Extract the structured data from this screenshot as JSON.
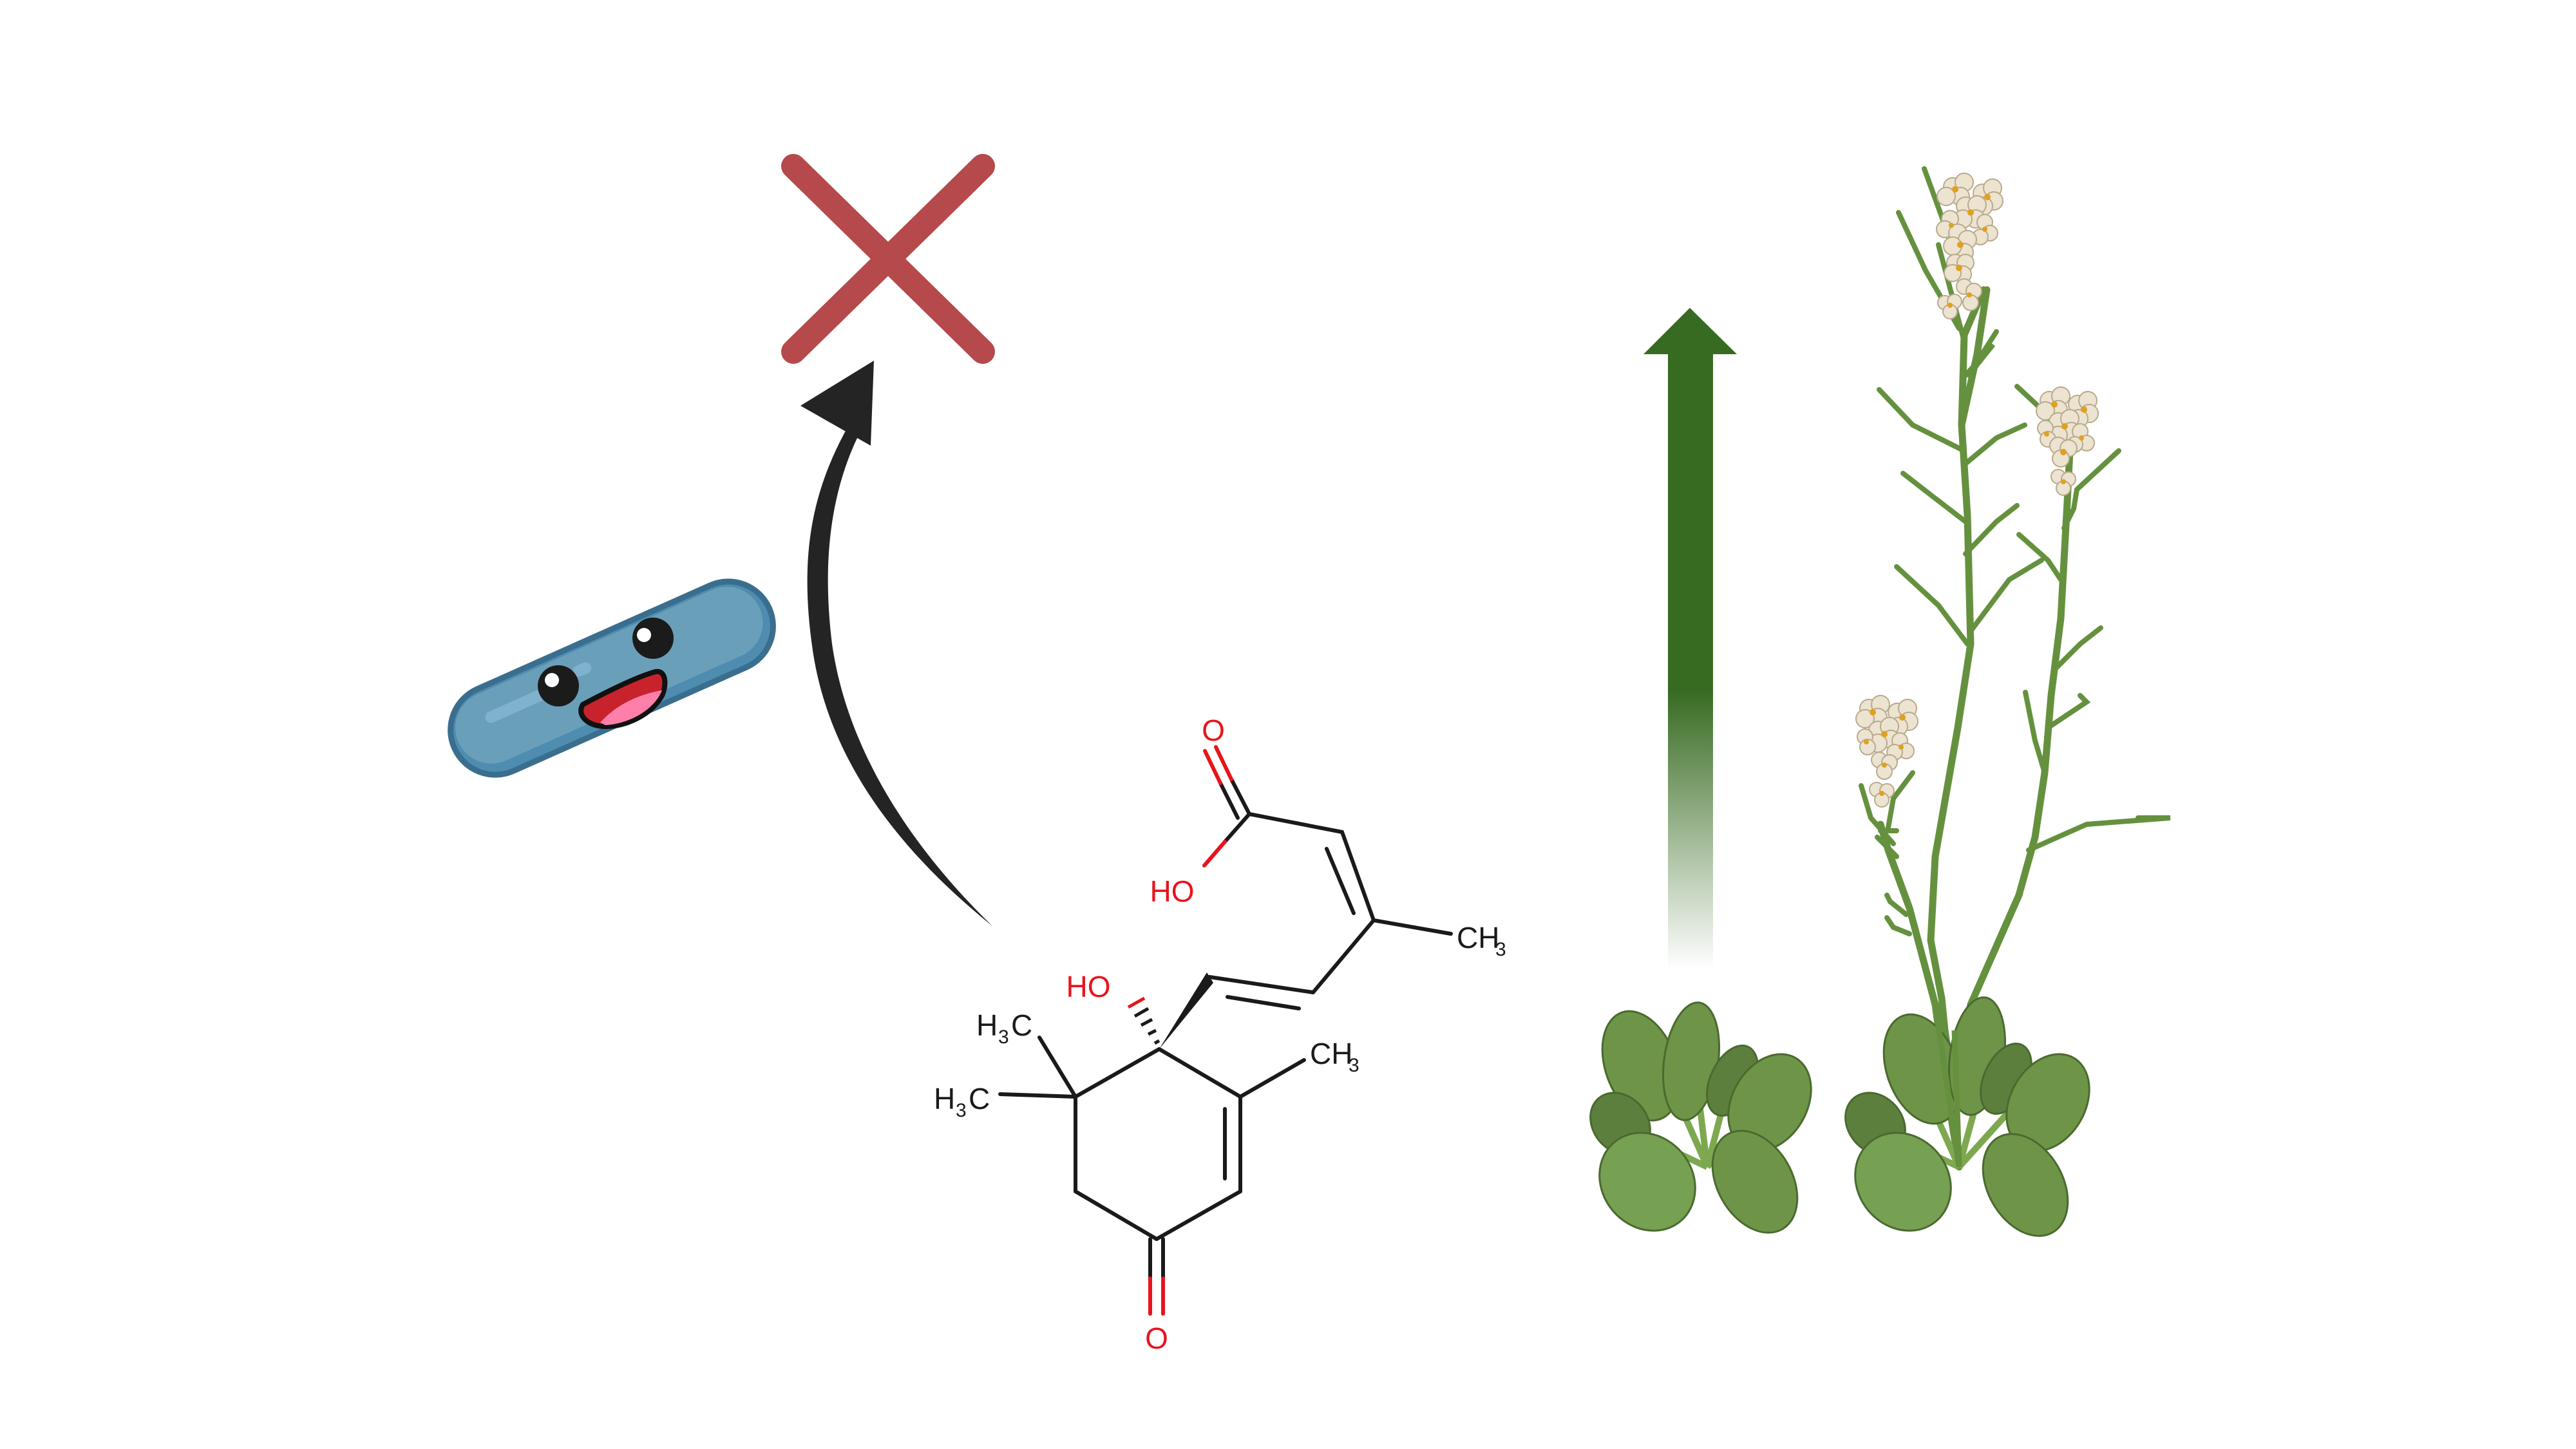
{
  "figure": {
    "description": "Bacterium-produced abscisic acid inhibition and plant flowering/bolting schematic",
    "background": "#ffffff"
  },
  "bacterium": {
    "icon": "happy-bacterium-icon",
    "body_color": "#6a9fba",
    "outline_color": "#3a6e8e",
    "shade_color": "#4e8cb0",
    "mouth_color": "#c8232c",
    "tongue_color": "#ff7fab"
  },
  "inhibition_mark": {
    "icon": "red-x-icon",
    "color": "#b5494b"
  },
  "curved_arrow": {
    "icon": "curved-arrow-icon",
    "color": "#242424"
  },
  "growth_arrow": {
    "icon": "up-arrow-gradient-icon",
    "color": "#386b22"
  },
  "molecule": {
    "name_icon": "abscisic-acid-structure",
    "labels": {
      "carboxyl_o": "O",
      "carboxyl_oh": "HO",
      "chain_methyl": "CH",
      "chain_methyl_sub": "3",
      "ring_oh": "HO",
      "ring_methyl": "CH",
      "ring_methyl_sub": "3",
      "gem_methyl_1_h": "H",
      "gem_methyl_1_sub": "3",
      "gem_methyl_1_c": "C",
      "gem_methyl_2_h": "H",
      "gem_methyl_2_sub": "3",
      "gem_methyl_2_c": "C",
      "ketone_o": "O"
    },
    "heteroatom_color": "#e8141c",
    "bond_color": "#1a1a1a"
  },
  "plants": {
    "rosette": {
      "icon": "arabidopsis-rosette-icon",
      "leaf_color": "#6e9448",
      "leaf_dark": "#5d7f3d",
      "edge": "#4a6a2e"
    },
    "flowering": {
      "icon": "arabidopsis-flowering-icon",
      "stem_color": "#65913f",
      "flower_color": "#ece3d0",
      "flower_center": "#e0a020"
    }
  }
}
